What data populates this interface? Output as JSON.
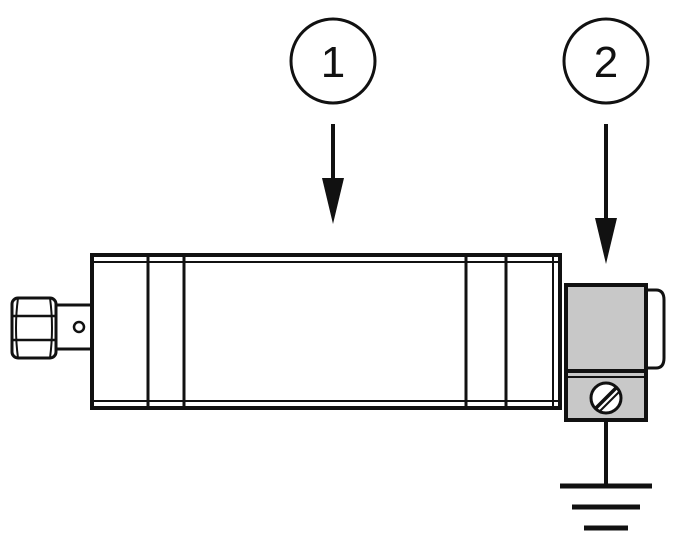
{
  "callouts": [
    {
      "number": "1",
      "target": "sensor-body"
    },
    {
      "number": "2",
      "target": "grounding-block"
    }
  ],
  "icons": {
    "connector": "connector-nut-icon",
    "ground": "ground-symbol-icon",
    "screw": "screw-icon"
  },
  "colors": {
    "line": "#111111",
    "background": "#ffffff",
    "block_fill": "#c8c8c8"
  }
}
